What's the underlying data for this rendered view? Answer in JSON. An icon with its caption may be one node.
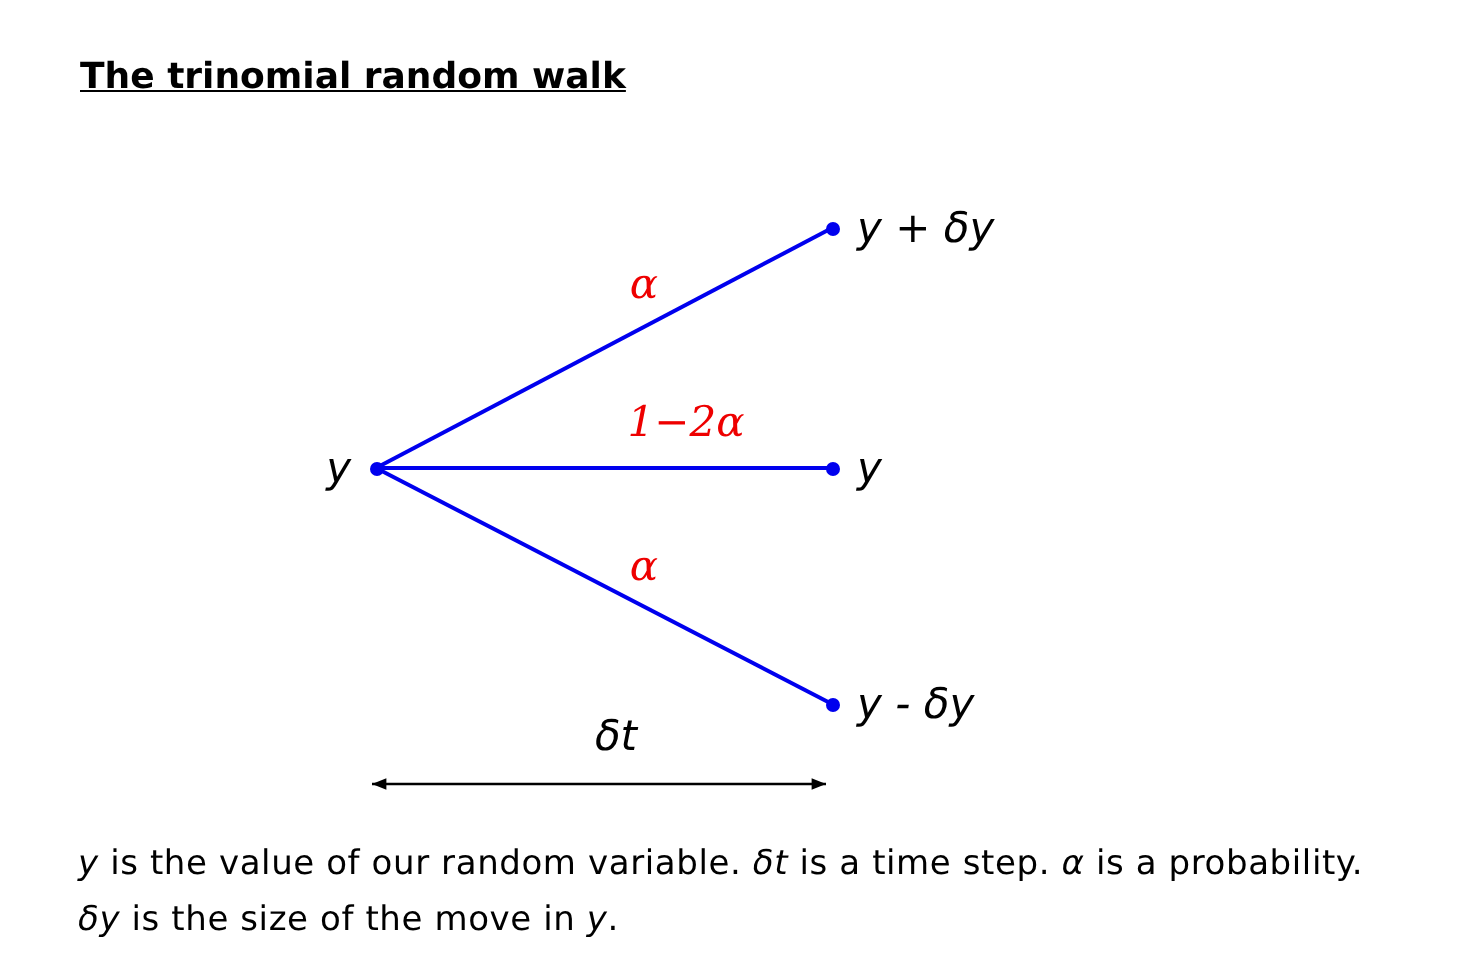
{
  "diagram": {
    "title": "The trinomial random walk",
    "caption": "*y* is the value of our random variable. *δt* is a time step. *α* is a probability. *δy* is the size of the move in *y*.",
    "nodes": [
      {
        "text": [
          "y"
        ]
      },
      {
        "text": [
          "y + δy"
        ]
      },
      {
        "text": [
          "y"
        ]
      },
      {
        "text": [
          "y - δy"
        ]
      }
    ],
    "edges": [
      {
        "from": 0,
        "to": 1,
        "arrow": "none",
        "label": "α"
      },
      {
        "from": 0,
        "to": 2,
        "arrow": "none",
        "label": "1−2α"
      },
      {
        "from": 0,
        "to": 3,
        "arrow": "none",
        "label": "α"
      }
    ],
    "labels": [
      "δt"
    ]
  }
}
